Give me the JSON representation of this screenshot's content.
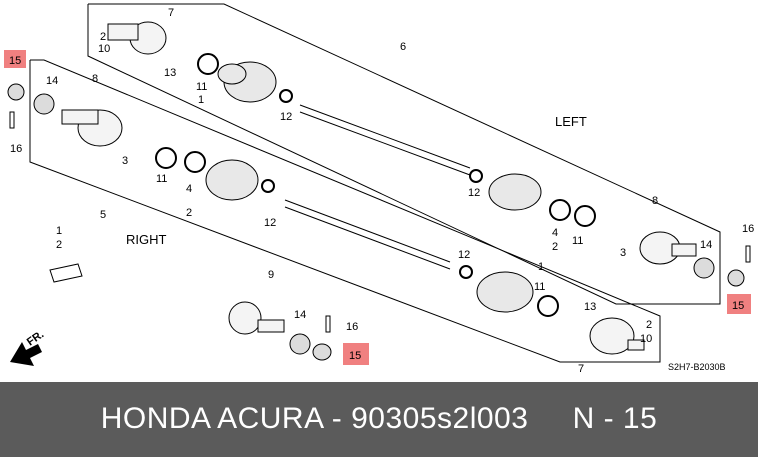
{
  "labels": {
    "left_side": "LEFT",
    "right_side": "RIGHT",
    "front_arrow": "FR.",
    "diagram_code": "S2H7-B2030B"
  },
  "callouts": {
    "n1": "1",
    "n2": "2",
    "n3": "3",
    "n4": "4",
    "n5": "5",
    "n6": "6",
    "n7": "7",
    "n8": "8",
    "n9": "9",
    "n10": "10",
    "n11": "11",
    "n12": "12",
    "n13": "13",
    "n14": "14",
    "n15": "15",
    "n16": "16"
  },
  "highlight": {
    "part_number": "15",
    "color": "#f08080"
  },
  "footer": {
    "caption": "HONDA ACURA - 90305s2l003     N - 15",
    "background": "#5b5b5b"
  }
}
